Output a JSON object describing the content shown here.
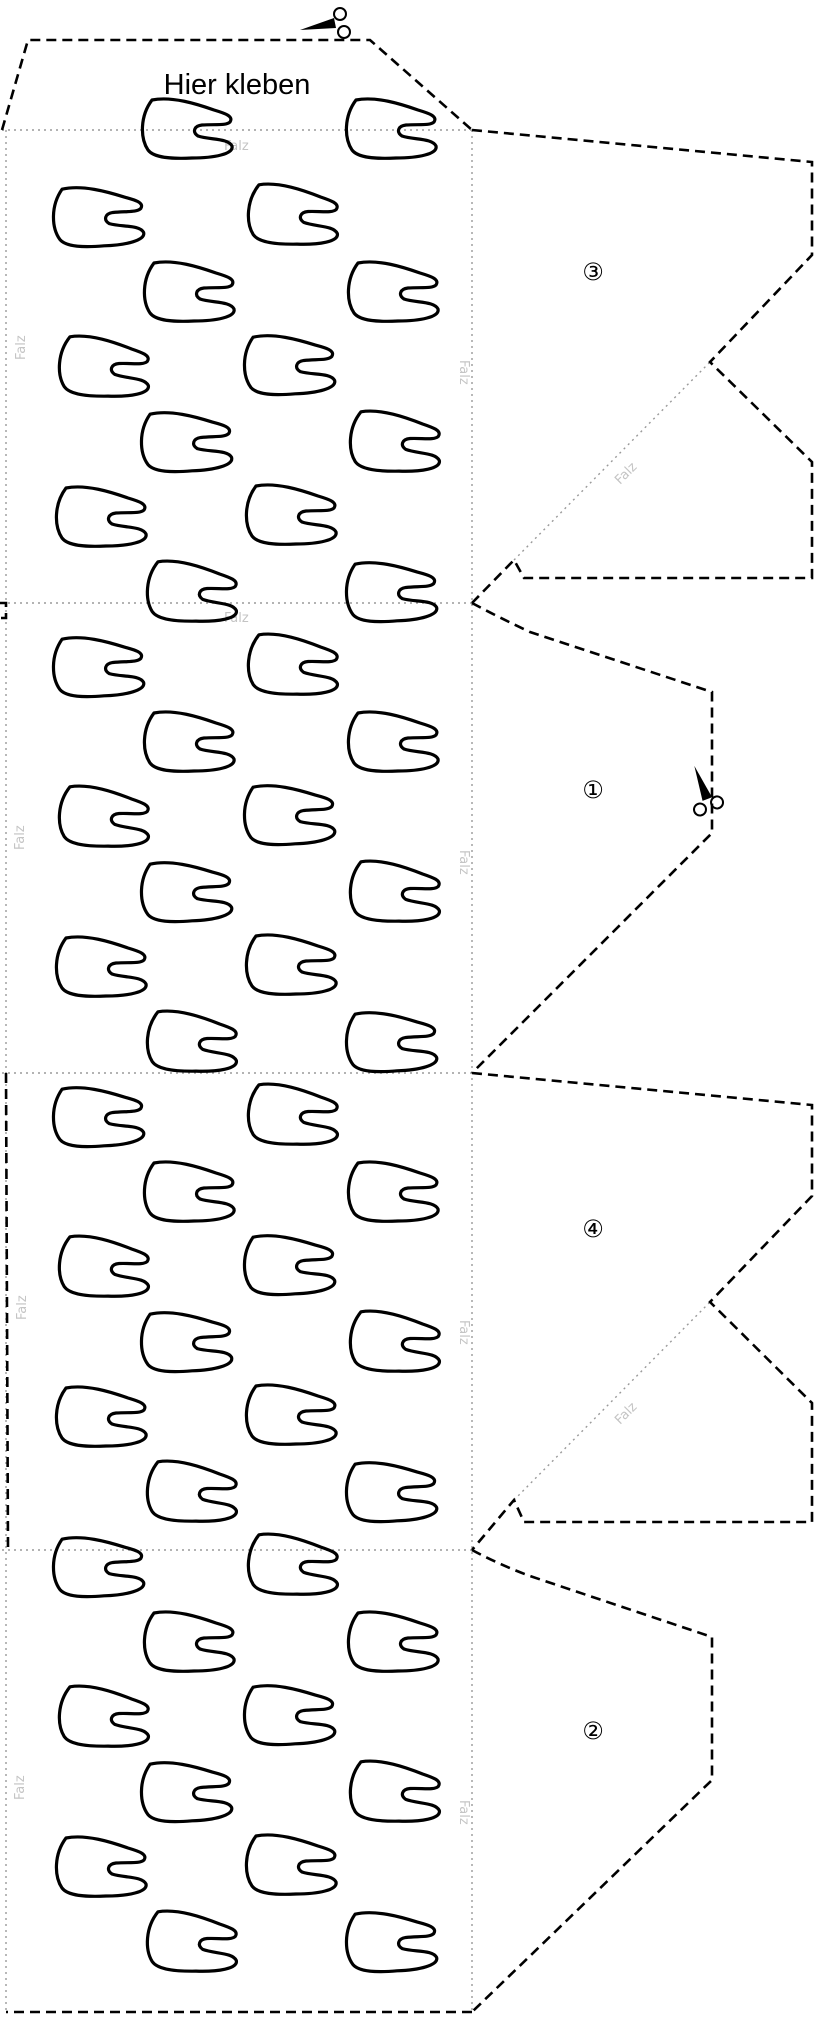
{
  "glue_label": "Hier kleben",
  "fold_label": "Falz",
  "panel_numbers": [
    "③",
    "①",
    "④",
    "②"
  ]
}
